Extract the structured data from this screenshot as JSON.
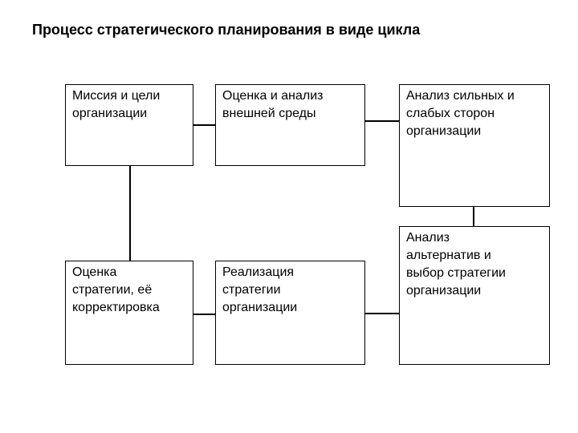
{
  "title": "Процесс стратегического планирования в виде цикла",
  "colors": {
    "background": "#ffffff",
    "border": "#000000",
    "text": "#000000"
  },
  "boxes": [
    {
      "id": "mission-goals",
      "label": "Миссия и цели\nорганизации"
    },
    {
      "id": "environment-analysis",
      "label": "Оценка и анализ\nвнешней среды"
    },
    {
      "id": "strengths-weaknesses",
      "label": "Анализ сильных и\nслабых сторон\nорганизации"
    },
    {
      "id": "strategy-evaluation",
      "label": "Оценка\nстратегии, её\nкорректировка"
    },
    {
      "id": "strategy-implementation",
      "label": "Реализация\nстратегии\nорганизации"
    },
    {
      "id": "alternatives-choice",
      "label": "Анализ\nальтернатив и\nвыбор стратегии\nорганизации"
    }
  ],
  "connections": [
    {
      "from": "mission-goals",
      "to": "environment-analysis"
    },
    {
      "from": "environment-analysis",
      "to": "strengths-weaknesses"
    },
    {
      "from": "strengths-weaknesses",
      "to": "alternatives-choice"
    },
    {
      "from": "alternatives-choice",
      "to": "strategy-implementation"
    },
    {
      "from": "strategy-implementation",
      "to": "strategy-evaluation"
    },
    {
      "from": "strategy-evaluation",
      "to": "mission-goals"
    }
  ]
}
